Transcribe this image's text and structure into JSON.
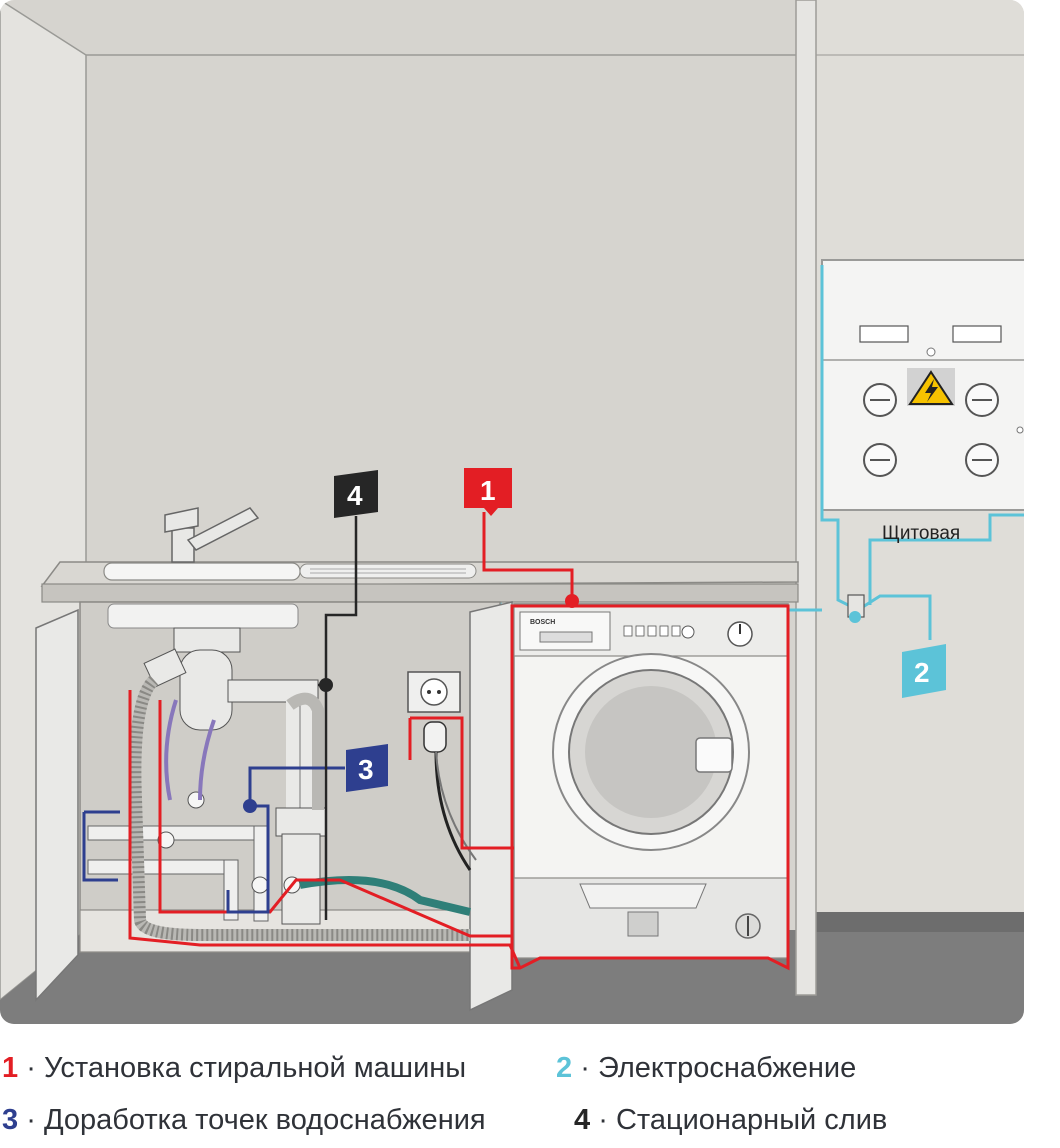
{
  "colors": {
    "installation": "#e31e24",
    "power": "#5cc3d8",
    "water": "#2e3f8f",
    "drain": "#262626",
    "wall": "#d6d4cf",
    "wall_right": "#dfddd8",
    "floor": "#7d7d7d",
    "cabinet": "#e9e9e7",
    "machine": "#f4f4f2"
  },
  "icons": [
    "high-voltage-warning-icon",
    "tap-faucet-icon",
    "power-socket-icon",
    "power-plug-icon"
  ],
  "scene": {
    "panel_room_label": "Щитовая",
    "badges": [
      {
        "id": "installation",
        "number": "1",
        "color": "#e31e24"
      },
      {
        "id": "power",
        "number": "2",
        "color": "#5cc3d8"
      },
      {
        "id": "water",
        "number": "3",
        "color": "#2e3f8f"
      },
      {
        "id": "drain",
        "number": "4",
        "color": "#262626"
      }
    ],
    "machine_brand": "BOSCH"
  },
  "legend": [
    {
      "number": "1",
      "separator": "·",
      "label": "Установка стиральной машины",
      "color": "#e31e24"
    },
    {
      "number": "2",
      "separator": "·",
      "label": "Электроснабжение",
      "color": "#5cc3d8"
    },
    {
      "number": "3",
      "separator": "·",
      "label": "Доработка точек водоснабжения",
      "color": "#2e3f8f"
    },
    {
      "number": "4",
      "separator": "·",
      "label": "Стационарный слив",
      "color": "#262626"
    }
  ]
}
